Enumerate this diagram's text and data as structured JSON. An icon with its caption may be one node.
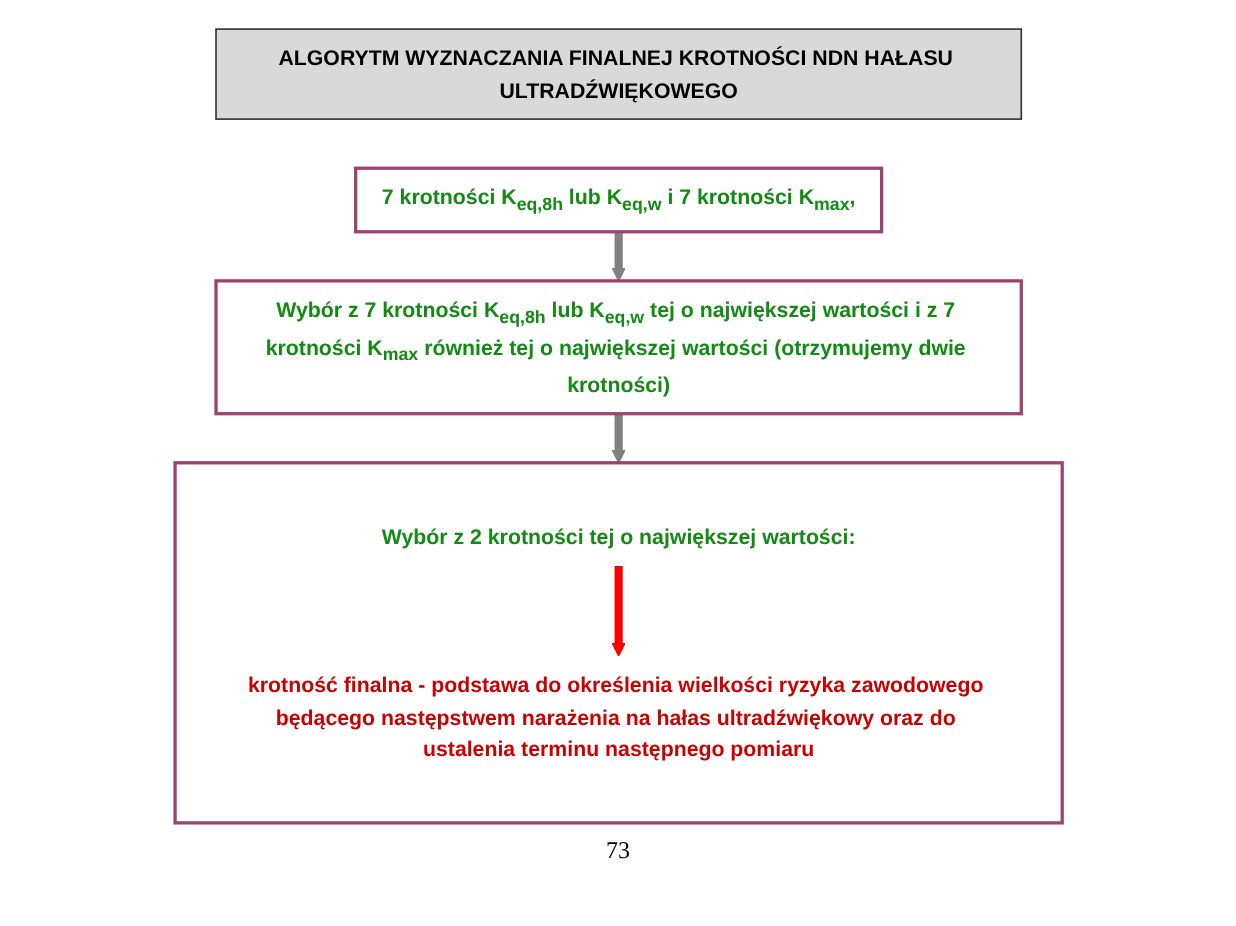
{
  "diagram": {
    "nodes": [
      {
        "text": [
          "ALGORYTM WYZNACZANIA FINALNEJ KROTNOŚCI NDN HAŁASU ULTRADŹWIĘKOWEGO"
        ]
      },
      {
        "text": [
          "7 krotności K$_{eq,8h}$ lub K$_{eq,w}$ i 7 krotności K$_{max}$,"
        ]
      },
      {
        "text": [
          "Wybór z 7 krotności K$_{eq,8h}$ lub K$_{eq,w}$ tej o największej wartości i z 7 krotności K$_{max}$ również tej o największej wartości (otrzymujemy dwie krotności)"
        ]
      },
      {
        "text": [],
        "shape": "box"
      },
      {
        "text": [
          "Wybór z 2 krotności tej o największej wartości:"
        ],
        "in": 3
      },
      {
        "text": [
          "krotność finalna - podstawa do określenia wielkości ryzyka zawodowego będącego następstwem narażenia na hałas ultradźwiękowy oraz do ustalenia terminu następnego pomiaru"
        ],
        "in": 3
      }
    ],
    "edges": [
      {
        "from": 1,
        "to": 2,
        "arrow": "to"
      },
      {
        "from": 2,
        "to": 3,
        "arrow": "to"
      },
      {
        "from": 4,
        "to": 5,
        "arrow": "to",
        "color": "#ff0000"
      }
    ],
    "labels": [
      "73"
    ]
  }
}
